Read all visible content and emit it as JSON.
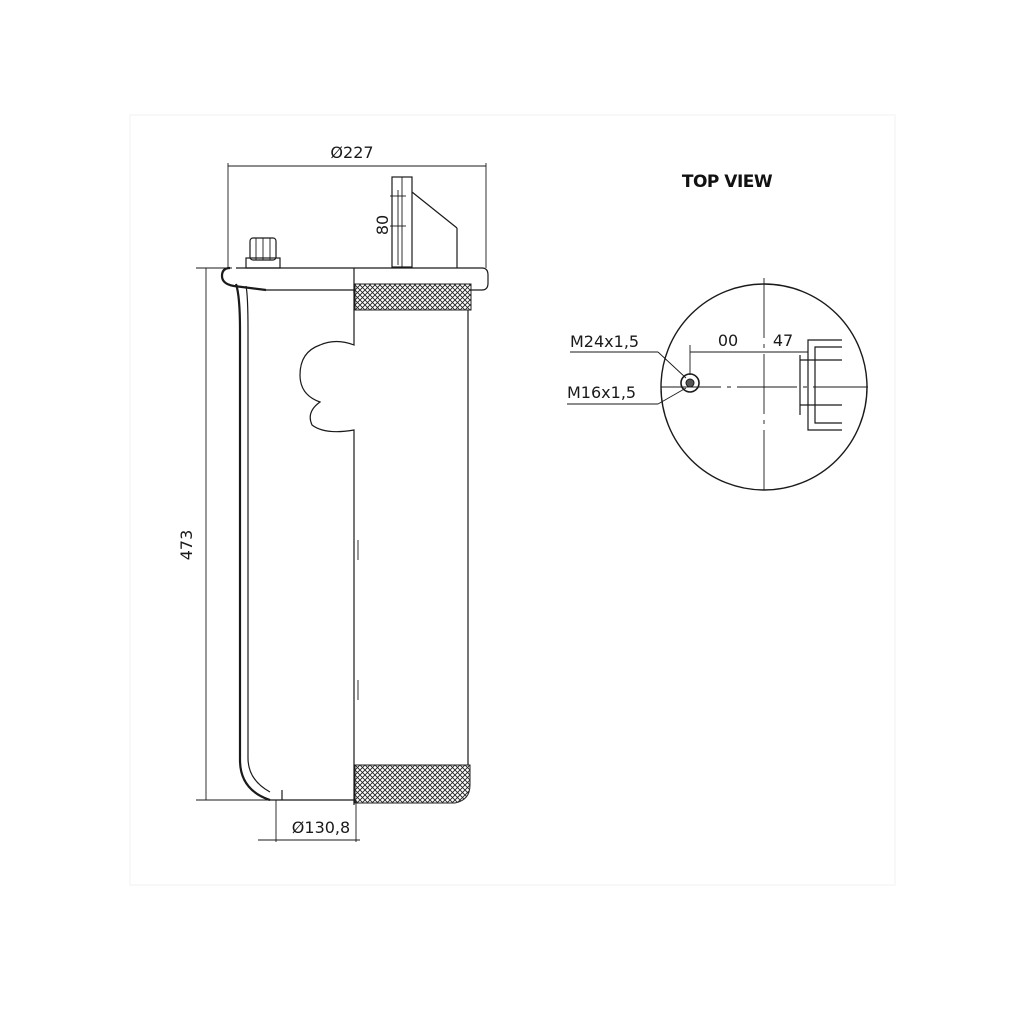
{
  "side_view": {
    "dim_top_diameter": "Ø227",
    "dim_bracket_height": "80",
    "dim_total_height": "473",
    "dim_bottom_diameter": "Ø130,8"
  },
  "top_view": {
    "title": "TOP VIEW",
    "label_m24": "M24x1,5",
    "label_m16": "M16x1,5",
    "dim_offset": "00",
    "dim_47": "47"
  }
}
